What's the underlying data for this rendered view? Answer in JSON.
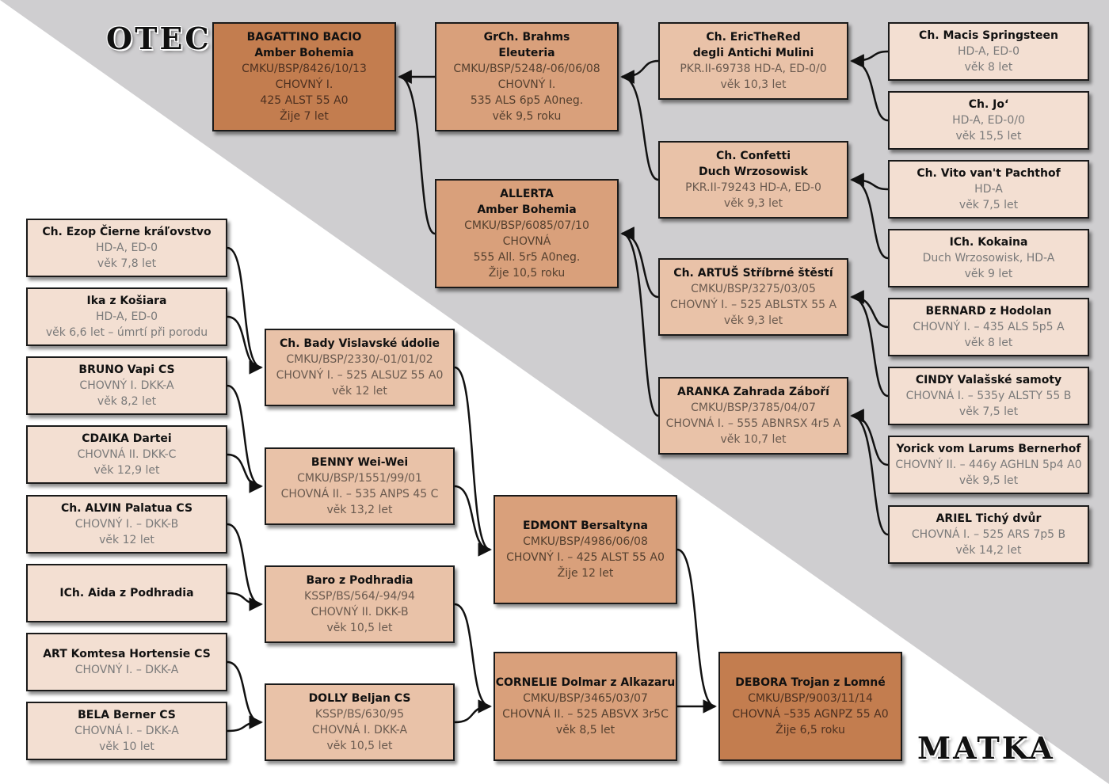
{
  "headings": {
    "sire": "OTEC",
    "dam": "MATKA"
  },
  "colors": {
    "background_light": "#ffffff",
    "background_grey": "#cfced0",
    "gen1": "#c37d4f",
    "gen2": "#d9a07b",
    "gen3": "#e9c2a8",
    "gen4": "#f3dfd2",
    "connector": "#111111"
  },
  "boxes": [
    {
      "id": "bagattino",
      "gen": 1,
      "name": [
        "BAGATTINO BACIO",
        "Amber Bohemia"
      ],
      "info": [
        "CMKU/BSP/8426/10/13",
        "CHOVNÝ I.",
        "425 ALST 55 A0",
        "Žije 7 let"
      ]
    },
    {
      "id": "brahms",
      "gen": 2,
      "name": [
        "GrCh. Brahms",
        "Eleuteria"
      ],
      "info": [
        "CMKU/BSP/5248/-06/06/08",
        "CHOVNÝ I.",
        "535 ALS 6p5 A0neg.",
        "věk 9,5 roku"
      ]
    },
    {
      "id": "allerta",
      "gen": 2,
      "name": [
        "ALLERTA",
        "Amber Bohemia"
      ],
      "info": [
        "CMKU/BSP/6085/07/10",
        "CHOVNÁ",
        "555 All. 5r5 A0neg.",
        "Žije 10,5 roku"
      ]
    },
    {
      "id": "eric",
      "gen": 3,
      "name": [
        "Ch. EricTheRed",
        "degli Antichi Mulini"
      ],
      "info": [
        "PKR.II-69738 HD-A, ED-0/0",
        "věk 10,3 let"
      ]
    },
    {
      "id": "confetti",
      "gen": 3,
      "name": [
        "Ch. Confetti",
        "Duch Wrzosowisk"
      ],
      "info": [
        "PKR.II-79243 HD-A, ED-0",
        "věk 9,3 let"
      ]
    },
    {
      "id": "artus",
      "gen": 3,
      "name": [
        "Ch. ARTUŠ Stříbrné štěstí"
      ],
      "info": [
        "CMKU/BSP/3275/03/05",
        "CHOVNÝ I. – 525 ABLSTX 55 A",
        "věk 9,3 let"
      ]
    },
    {
      "id": "aranka",
      "gen": 3,
      "name": [
        "ARANKA Zahrada Záboří"
      ],
      "info": [
        "CMKU/BSP/3785/04/07",
        "CHOVNÁ I. – 555 ABNRSX 4r5 A",
        "věk 10,7 let"
      ]
    },
    {
      "id": "macis",
      "gen": 4,
      "name": [
        "Ch. Macis Springsteen"
      ],
      "info": [
        "HD-A, ED-0",
        "věk 8 let"
      ]
    },
    {
      "id": "jo",
      "gen": 4,
      "name": [
        "Ch. Jo‘"
      ],
      "info": [
        "HD-A, ED-0/0",
        "věk 15,5 let"
      ]
    },
    {
      "id": "vito",
      "gen": 4,
      "name": [
        "Ch. Vito van't Pachthof"
      ],
      "info": [
        "HD-A",
        "věk 7,5 let"
      ]
    },
    {
      "id": "kokaina",
      "gen": 4,
      "name": [
        "ICh. Kokaina"
      ],
      "info": [
        "Duch Wrzosowisk, HD-A",
        "věk 9 let"
      ]
    },
    {
      "id": "bernard",
      "gen": 4,
      "name": [
        "BERNARD z Hodolan"
      ],
      "info": [
        "CHOVNÝ I. – 435 ALS 5p5 A",
        "věk 8 let"
      ]
    },
    {
      "id": "cindy",
      "gen": 4,
      "name": [
        "CINDY Valašské samoty"
      ],
      "info": [
        "CHOVNÁ I. – 535y ALSTY 55 B",
        "věk 7,5 let"
      ]
    },
    {
      "id": "yorick",
      "gen": 4,
      "name": [
        "Yorick vom Larums Bernerhof"
      ],
      "info": [
        "CHOVNÝ II. – 446y AGHLN 5p4 A0",
        "věk 9,5 let"
      ]
    },
    {
      "id": "ariel",
      "gen": 4,
      "name": [
        "ARIEL Tichý dvůr"
      ],
      "info": [
        "CHOVNÁ I. – 525 ARS 7p5 B",
        "věk 14,2 let"
      ]
    },
    {
      "id": "ezop",
      "gen": 4,
      "name": [
        "Ch. Ezop Čierne kráľovstvo"
      ],
      "info": [
        "HD-A, ED-0",
        "věk 7,8 let"
      ]
    },
    {
      "id": "ika",
      "gen": 4,
      "name": [
        "Ika z Košiara"
      ],
      "info": [
        "HD-A, ED-0",
        "věk 6,6 let – úmrtí při porodu"
      ]
    },
    {
      "id": "bruno",
      "gen": 4,
      "name": [
        "BRUNO Vapi CS"
      ],
      "info": [
        "CHOVNÝ I. DKK-A",
        "věk 8,2 let"
      ]
    },
    {
      "id": "cdaika",
      "gen": 4,
      "name": [
        "CDAIKA Dartei"
      ],
      "info": [
        "CHOVNÁ II. DKK-C",
        "věk 12,9 let"
      ]
    },
    {
      "id": "alvin",
      "gen": 4,
      "name": [
        "Ch. ALVIN Palatua CS"
      ],
      "info": [
        "CHOVNÝ I. – DKK-B",
        "věk 12 let"
      ]
    },
    {
      "id": "aida",
      "gen": 4,
      "name": [
        "ICh. Aida z Podhradia"
      ],
      "info": []
    },
    {
      "id": "art",
      "gen": 4,
      "name": [
        "ART Komtesa Hortensie CS"
      ],
      "info": [
        "CHOVNÝ I. – DKK-A"
      ]
    },
    {
      "id": "bela",
      "gen": 4,
      "name": [
        "BELA Berner CS"
      ],
      "info": [
        "CHOVNÁ I. – DKK-A",
        "věk 10 let"
      ]
    },
    {
      "id": "bady",
      "gen": 3,
      "name": [
        "Ch. Bady Vislavské údolie"
      ],
      "info": [
        "CMKU/BSP/2330/-01/01/02",
        "CHOVNÝ I. – 525 ALSUZ 55 A0",
        "věk 12 let"
      ]
    },
    {
      "id": "benny",
      "gen": 3,
      "name": [
        "BENNY Wei-Wei"
      ],
      "info": [
        "CMKU/BSP/1551/99/01",
        "CHOVNÁ II. – 535 ANPS 45 C",
        "věk 13,2 let"
      ]
    },
    {
      "id": "baro",
      "gen": 3,
      "name": [
        "Baro z Podhradia"
      ],
      "info": [
        "KSSP/BS/564/-94/94",
        "CHOVNÝ II. DKK-B",
        "věk 10,5 let"
      ]
    },
    {
      "id": "dolly",
      "gen": 3,
      "name": [
        "DOLLY Beljan CS"
      ],
      "info": [
        "KSSP/BS/630/95",
        "CHOVNÁ I. DKK-A",
        "věk 10,5 let"
      ]
    },
    {
      "id": "edmont",
      "gen": 2,
      "name": [
        "EDMONT Bersaltyna"
      ],
      "info": [
        "CMKU/BSP/4986/06/08",
        "CHOVNÝ I. – 425 ALST 55 A0",
        "Žije 12 let"
      ]
    },
    {
      "id": "cornelie",
      "gen": 2,
      "name": [
        "CORNELIE Dolmar z Alkazaru"
      ],
      "info": [
        "CMKU/BSP/3465/03/07",
        "CHOVNÁ II. – 525 ABSVX 3r5C",
        "věk 8,5 let"
      ]
    },
    {
      "id": "debora",
      "gen": 1,
      "name": [
        "DEBORA Trojan z Lomné"
      ],
      "info": [
        "CMKU/BSP/9003/11/14",
        "CHOVNÁ –535 AGNPZ 55 A0",
        "Žije 6,5 roku"
      ]
    }
  ]
}
